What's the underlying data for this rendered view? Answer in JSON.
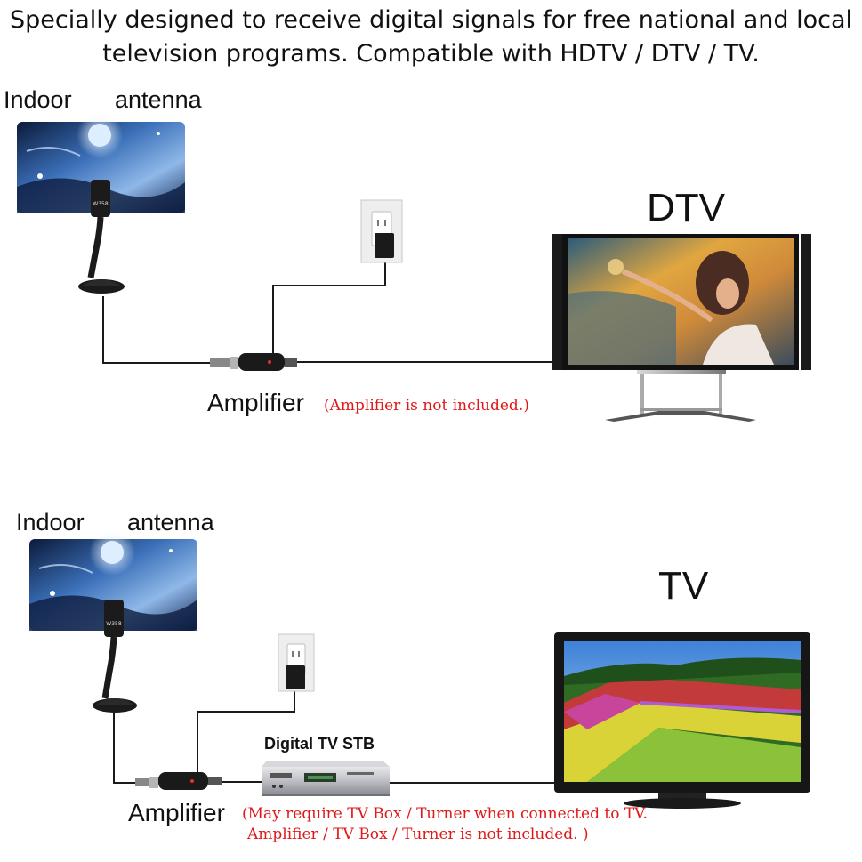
{
  "headline": {
    "line1": "Specially designed to receive digital signals for free national and local",
    "line2": "television programs. Compatible with HDTV / DTV / TV."
  },
  "top": {
    "indoor_label": "Indoor",
    "antenna_label": "antenna",
    "display_label": "DTV",
    "amplifier_label": "Amplifier",
    "amplifier_note": "(Amplifier is not included.)"
  },
  "bottom": {
    "indoor_label": "Indoor",
    "antenna_label": "antenna",
    "display_label": "TV",
    "stb_label": "Digital  TV  STB",
    "amplifier_label": "Amplifier",
    "amplifier_note_line1": "(May require TV Box / Turner when connected to TV.",
    "amplifier_note_line2": "Amplifier / TV Box / Turner is not included. )"
  },
  "device_text": {
    "antenna_model": "W358"
  },
  "colors": {
    "note_red": "#e01818",
    "cable": "#1a1a1a"
  }
}
